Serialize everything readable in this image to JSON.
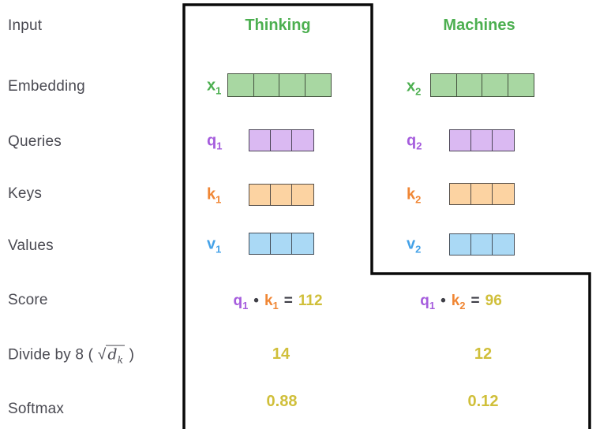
{
  "left_labels": {
    "input": "Input",
    "embedding": "Embedding",
    "queries": "Queries",
    "keys": "Keys",
    "values": "Values",
    "score": "Score",
    "divide": {
      "prefix": "Divide by 8 (",
      "sqrt": "√",
      "d": "d",
      "sub": "k",
      "suffix": ")"
    },
    "softmax": "Softmax"
  },
  "columns": [
    {
      "header": "Thinking",
      "embedding": {
        "letter": "x",
        "sub": "1",
        "cells": 4
      },
      "query": {
        "letter": "q",
        "sub": "1",
        "cells": 3
      },
      "key": {
        "letter": "k",
        "sub": "1",
        "cells": 3
      },
      "value": {
        "letter": "v",
        "sub": "1",
        "cells": 3
      },
      "score": {
        "q_letter": "q",
        "q_sub": "1",
        "dot": "•",
        "k_letter": "k",
        "k_sub": "1",
        "equals": "=",
        "value": "112"
      },
      "divide_value": "14",
      "softmax_value": "0.88"
    },
    {
      "header": "Machines",
      "embedding": {
        "letter": "x",
        "sub": "2",
        "cells": 4
      },
      "query": {
        "letter": "q",
        "sub": "2",
        "cells": 3
      },
      "key": {
        "letter": "k",
        "sub": "2",
        "cells": 3
      },
      "value": {
        "letter": "v",
        "sub": "2",
        "cells": 3
      },
      "score": {
        "q_letter": "q",
        "q_sub": "1",
        "dot": "•",
        "k_letter": "k",
        "k_sub": "2",
        "equals": "=",
        "value": "96"
      },
      "divide_value": "12",
      "softmax_value": "0.12"
    }
  ],
  "colors": {
    "header_green": "#4caf50",
    "embedding_fill": "#a8d7a2",
    "query_purple": "#a55cdd",
    "query_fill": "#dab9f2",
    "key_orange": "#f08634",
    "key_fill": "#fcd3a2",
    "value_blue": "#45a2e8",
    "value_fill": "#aad9f5",
    "result_yellow": "#d0bf3a",
    "label_gray": "#4a4a52",
    "outline_black": "#0a0a0a"
  }
}
